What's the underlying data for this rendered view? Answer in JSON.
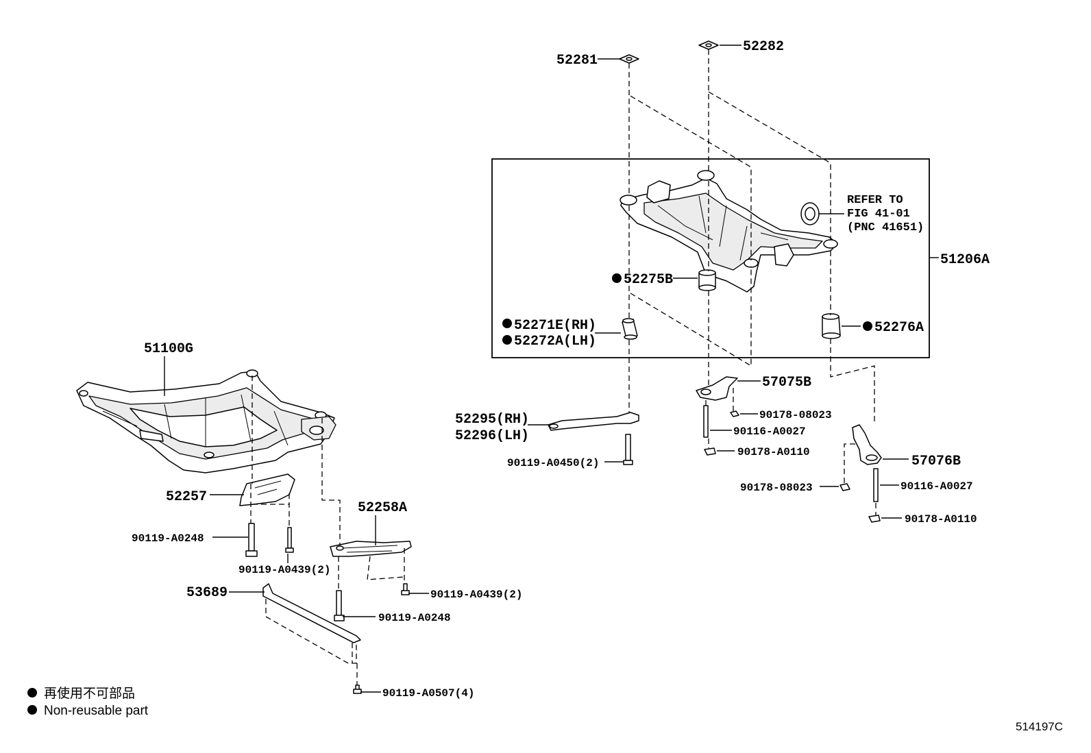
{
  "labels": {
    "p51100G": "51100G",
    "p52257": "52257",
    "p52258A": "52258A",
    "p53689": "53689",
    "p90119_A0248_a": "90119-A0248",
    "p90119_A0439_a": "90119-A0439(2)",
    "p90119_A0439_b": "90119-A0439(2)",
    "p90119_A0248_b": "90119-A0248",
    "p90119_A0507": "90119-A0507(4)",
    "p52281": "52281",
    "p52282": "52282",
    "p51206A": "51206A",
    "p52275B": "52275B",
    "p52271E": "52271E(RH)",
    "p52272A": "52272A(LH)",
    "p52276A": "52276A",
    "p57075B": "57075B",
    "p90178_08023_a": "90178-08023",
    "p90116_A0027_a": "90116-A0027",
    "p90178_A0110_a": "90178-A0110",
    "p52295": "52295(RH)",
    "p52296": "52296(LH)",
    "p90119_A0450": "90119-A0450(2)",
    "p57076B": "57076B",
    "p90178_08023_b": "90178-08023",
    "p90116_A0027_b": "90116-A0027",
    "p90178_A0110_b": "90178-A0110"
  },
  "refer": {
    "line1": "REFER TO",
    "line2": "FIG 41-01",
    "line3": "(PNC 41651)"
  },
  "legend": {
    "japanese": "再使用不可部品",
    "english": "Non-reusable part"
  },
  "figure_code": "514197C"
}
